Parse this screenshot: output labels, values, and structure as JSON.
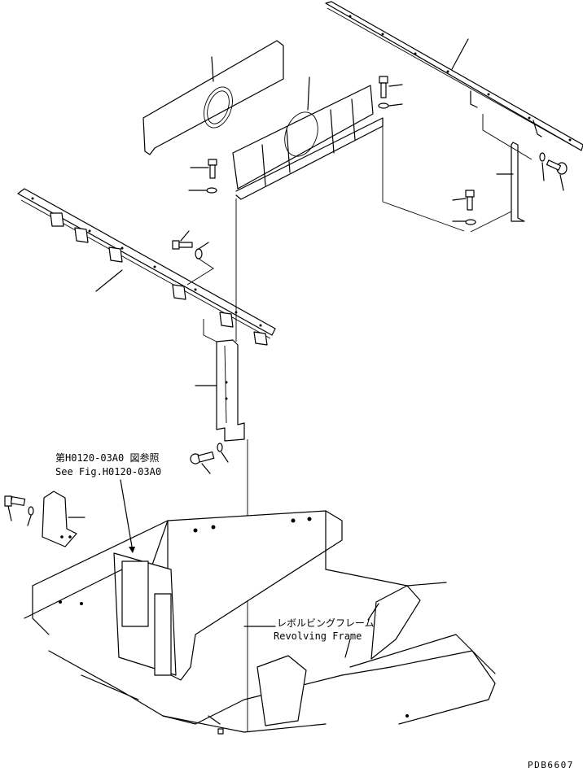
{
  "annotations": {
    "ref_jp": "第H0120-03A0 図参照",
    "ref_en": "See Fig.H0120-03A0",
    "frame_jp": "レボルビングフレーム",
    "frame_en": "Revolving Frame"
  },
  "drawing_code": "PDB6607",
  "colors": {
    "line": "#000000",
    "background": "#ffffff"
  }
}
